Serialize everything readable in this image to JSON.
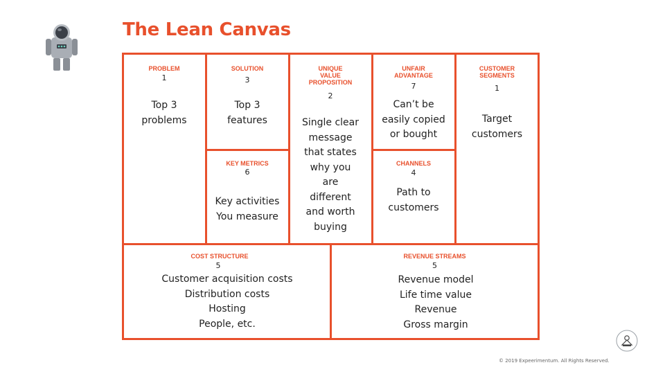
{
  "title": "The Lean Canvas",
  "accent_color": "#e8502c",
  "icons": {
    "mascot": "astronaut-icon",
    "brand": "brand-logo-icon"
  },
  "blocks": {
    "problem": {
      "label": "PROBLEM",
      "number": "1",
      "text": "Top 3\nproblems"
    },
    "solution": {
      "label": "SOLUTION",
      "number": "3",
      "text": "Top 3\nfeatures"
    },
    "uvp": {
      "label": "UNIQUE\nVALUE\nPROPOSITION",
      "number": "2",
      "text": "Single clear\nmessage\nthat states\nwhy you\nare\ndifferent\nand worth\nbuying"
    },
    "unfair": {
      "label": "UNFAIR\nADVANTAGE",
      "number": "7",
      "text": "Can’t be\neasily copied\nor bought"
    },
    "segments": {
      "label": "CUSTOMER\nSEGMENTS",
      "number": "1",
      "text": "Target\ncustomers"
    },
    "metrics": {
      "label": "KEY METRICS",
      "number": "6",
      "text": "Key activities\nYou measure"
    },
    "channels": {
      "label": "CHANNELS",
      "number": "4",
      "text": "Path to\ncustomers"
    },
    "cost": {
      "label": "COST STRUCTURE",
      "number": "5",
      "text": "Customer acquisition costs\nDistribution costs\nHosting\nPeople, etc."
    },
    "revenue": {
      "label": "REVENUE STREAMS",
      "number": "5",
      "text": "Revenue model\nLife time value\nRevenue\nGross margin"
    }
  },
  "copyright": "© 2019 Expeerimentum. All Rights Reserved."
}
